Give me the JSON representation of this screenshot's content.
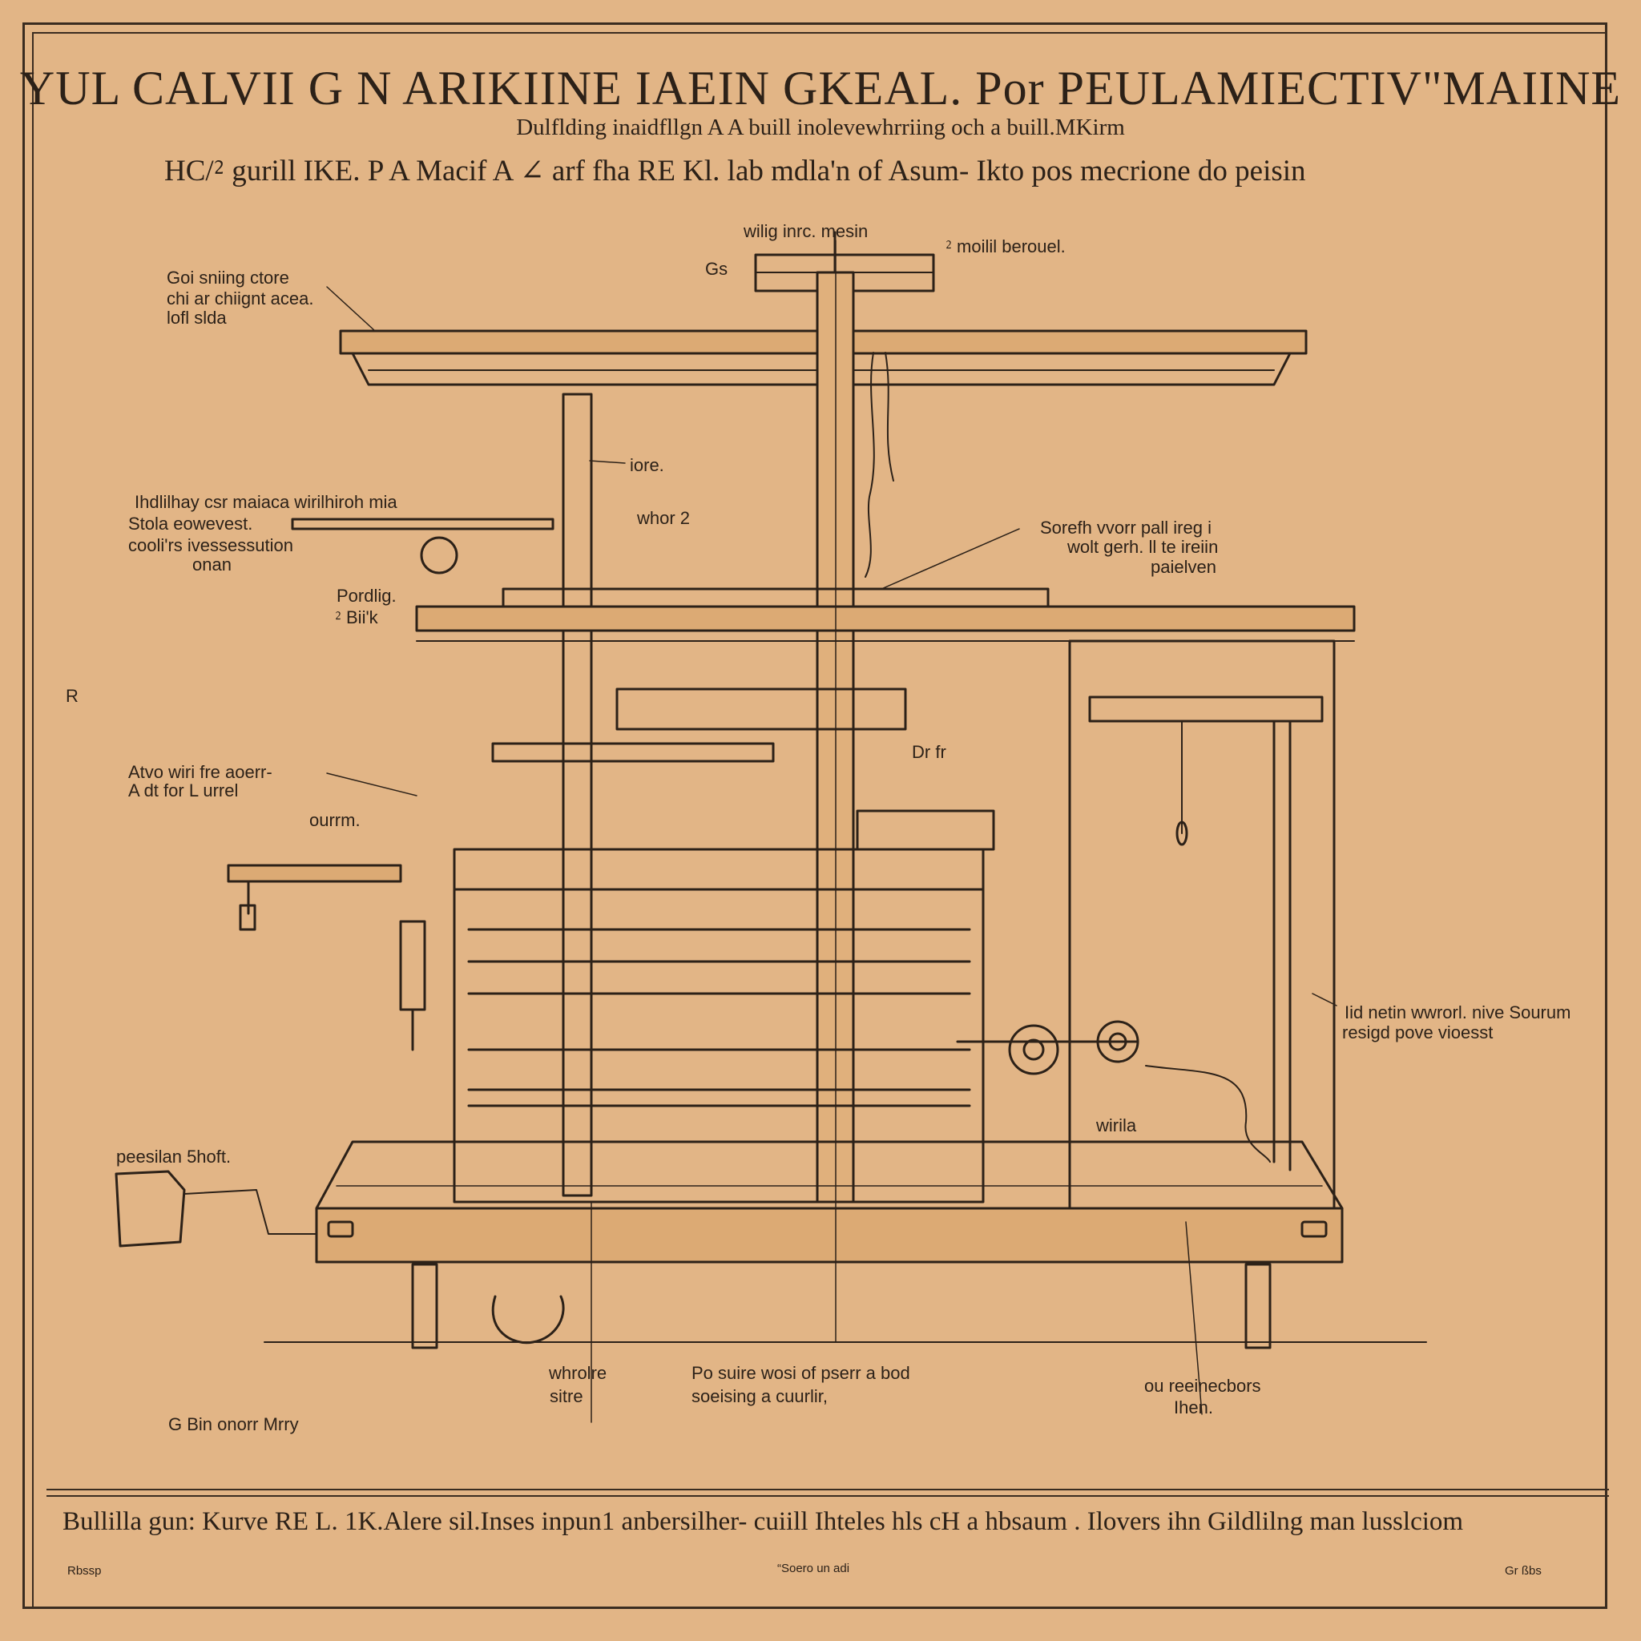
{
  "title": "YUL CALVII G N ARIKIINE IAEIN GKEAL. Por PEULAMIECTIV\"MAIINE",
  "subtitle": "Dulflding inaidfllgn A A buill inolevewhrriing och a buill.MKirm",
  "description": "HC/⁲ gurill IKE. P A Macif A ∠ arf fha RE Kl. lab mdla'n of Asum- Ikto pos mecrione do peisin",
  "labels": {
    "top_center": "wilig inrc. mesin",
    "top_right": "⁲ moilil berouel.",
    "top_marker": "Gs",
    "upper_left": [
      "Goi sniing ctore",
      "chi ar chiignt acea.",
      "lofl slda"
    ],
    "post": "iore.",
    "left_block": [
      "Ihdlilhay csr maiaca   wirilhiroh mia",
      "Stola eowevest.",
      "cooli'rs ivessessution",
      "onan"
    ],
    "whor": "whor 2",
    "right_block": [
      "Sorefh vvorr pall ireg i",
      "wolt gerh. ll te ireiin",
      "paielven"
    ],
    "pordlig": [
      "Pordlig.",
      "⁲ Bii'k"
    ],
    "margin_mark": "R",
    "arm": "Dr fr",
    "lower_left": [
      "Atvo wiri fre aoerr-",
      "A dt for L urrel"
    ],
    "ourrm": "ourrm.",
    "right_mid": [
      "Iid netin wwrorl. nive Sourum",
      "resigd pove vioesst"
    ],
    "wiria": "wirila",
    "pedal": "peesilan 5hoft.",
    "bottom_center_left": [
      "whrolre",
      "sitre"
    ],
    "bottom_center": [
      "Po suire wosi of pserr a bod",
      "soeising a cuurlir,"
    ],
    "bottom_right": [
      "ou reeinecbors",
      "Ihen."
    ],
    "corner_note": "G Bin onorr Mrry"
  },
  "footer": {
    "text": "Bullilla gun: Kurve RE L. 1K.Alere sil.Inses inpun1 anbersilher- cuiill Ihteles hls cH a hbsaum . Ilovers ihn Gildlilng man lusslciom",
    "left": "Rbssp",
    "center": "“Soero un adi",
    "right": "Gr ßbs"
  },
  "colors": {
    "paper": "#e2b586",
    "ink": "#2c2118",
    "wood": "#d9a772"
  }
}
